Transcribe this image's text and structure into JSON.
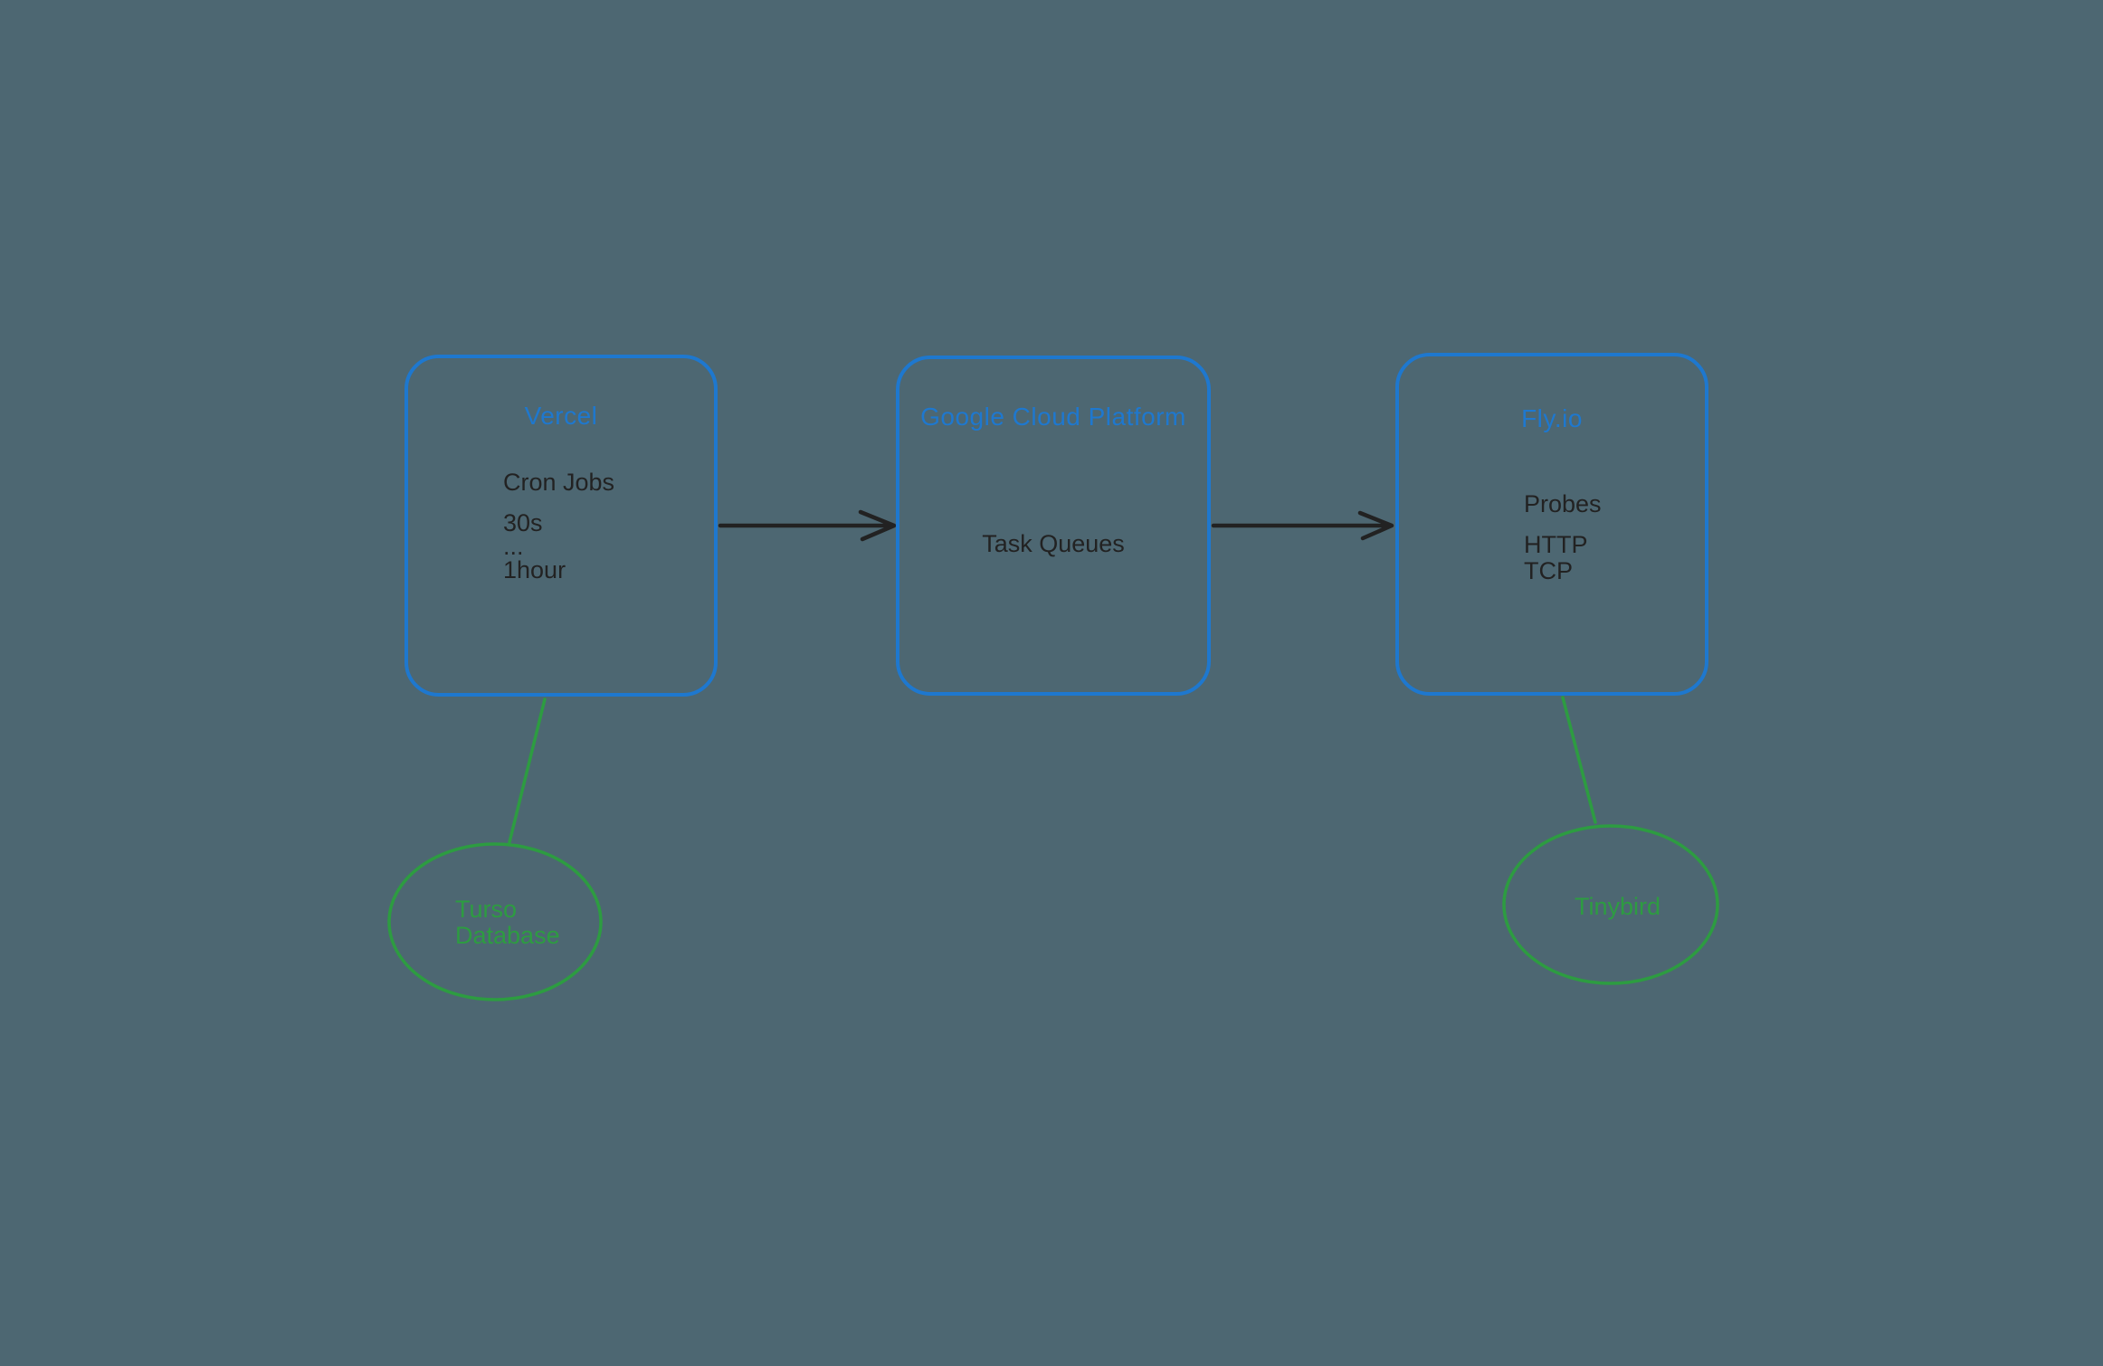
{
  "colors": {
    "background": "#4d6772",
    "blue": "#1e78cf",
    "green": "#2d9c41",
    "dark": "#222222"
  },
  "nodes": [
    {
      "title": "Vercel",
      "heading": "Cron Jobs",
      "lines": [
        "30s",
        "...",
        "1hour"
      ]
    },
    {
      "title": "Google Cloud Platform",
      "body": "Task Queues"
    },
    {
      "title": "Fly.io",
      "heading": "Probes",
      "lines": [
        "HTTP",
        "TCP"
      ]
    }
  ],
  "datastores": [
    {
      "lines": [
        "Turso",
        "Database"
      ]
    },
    {
      "lines": [
        "Tinybird"
      ]
    }
  ]
}
